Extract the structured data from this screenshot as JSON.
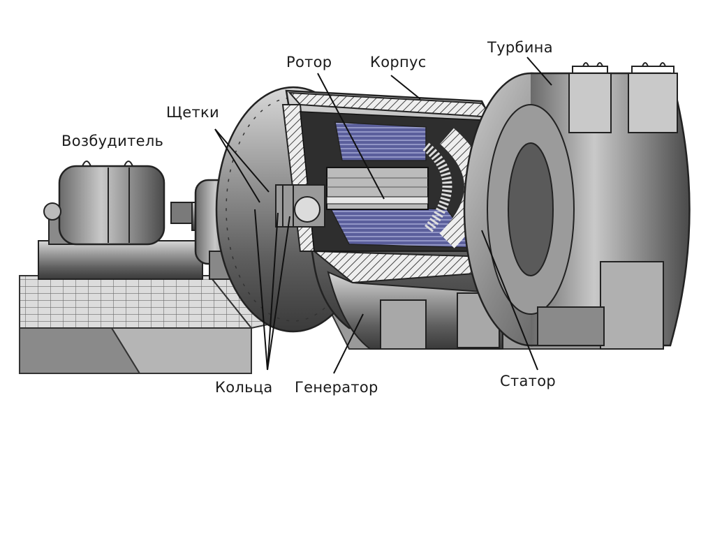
{
  "diagram": {
    "labels": {
      "rotor": "Ротор",
      "housing": "Корпус",
      "turbine": "Турбина",
      "brushes": "Щетки",
      "exciter": "Возбудитель",
      "rings": "Кольца",
      "generator": "Генератор",
      "stator": "Статор"
    }
  }
}
